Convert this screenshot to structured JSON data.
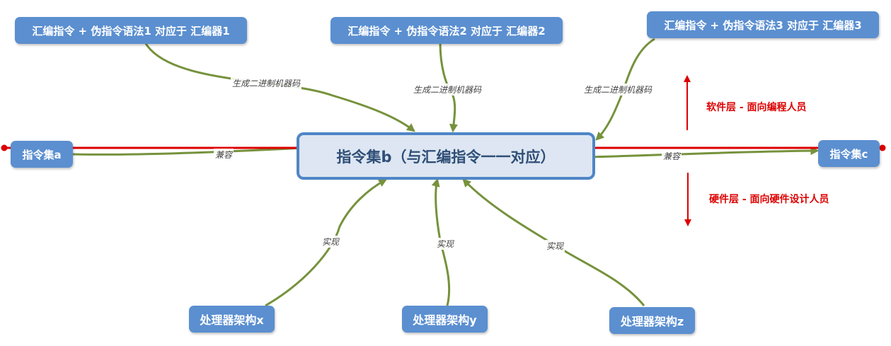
{
  "nodes": {
    "asm1": "汇编指令 + 伪指令语法1 对应于 汇编器1",
    "asm2": "汇编指令 + 伪指令语法2 对应于 汇编器2",
    "asm3": "汇编指令 + 伪指令语法3 对应于 汇编器3",
    "isa_a": "指令集a",
    "isa_b": "指令集b（与汇编指令一一对应）",
    "isa_c": "指令集c",
    "arch_x": "处理器架构x",
    "arch_y": "处理器架构y",
    "arch_z": "处理器架构z"
  },
  "edge_labels": {
    "generate": "生成二进制机器码",
    "compatible": "兼容",
    "implement": "实现"
  },
  "annotations": {
    "software_layer": "软件层 - 面向编程人员",
    "hardware_layer": "硬件层 - 面向硬件设计人员"
  },
  "colors": {
    "node_fill": "#5b8fd0",
    "center_fill": "#dde6f2",
    "center_border": "#4f86c6",
    "edge": "#76923c",
    "divider": "#dd0000"
  }
}
